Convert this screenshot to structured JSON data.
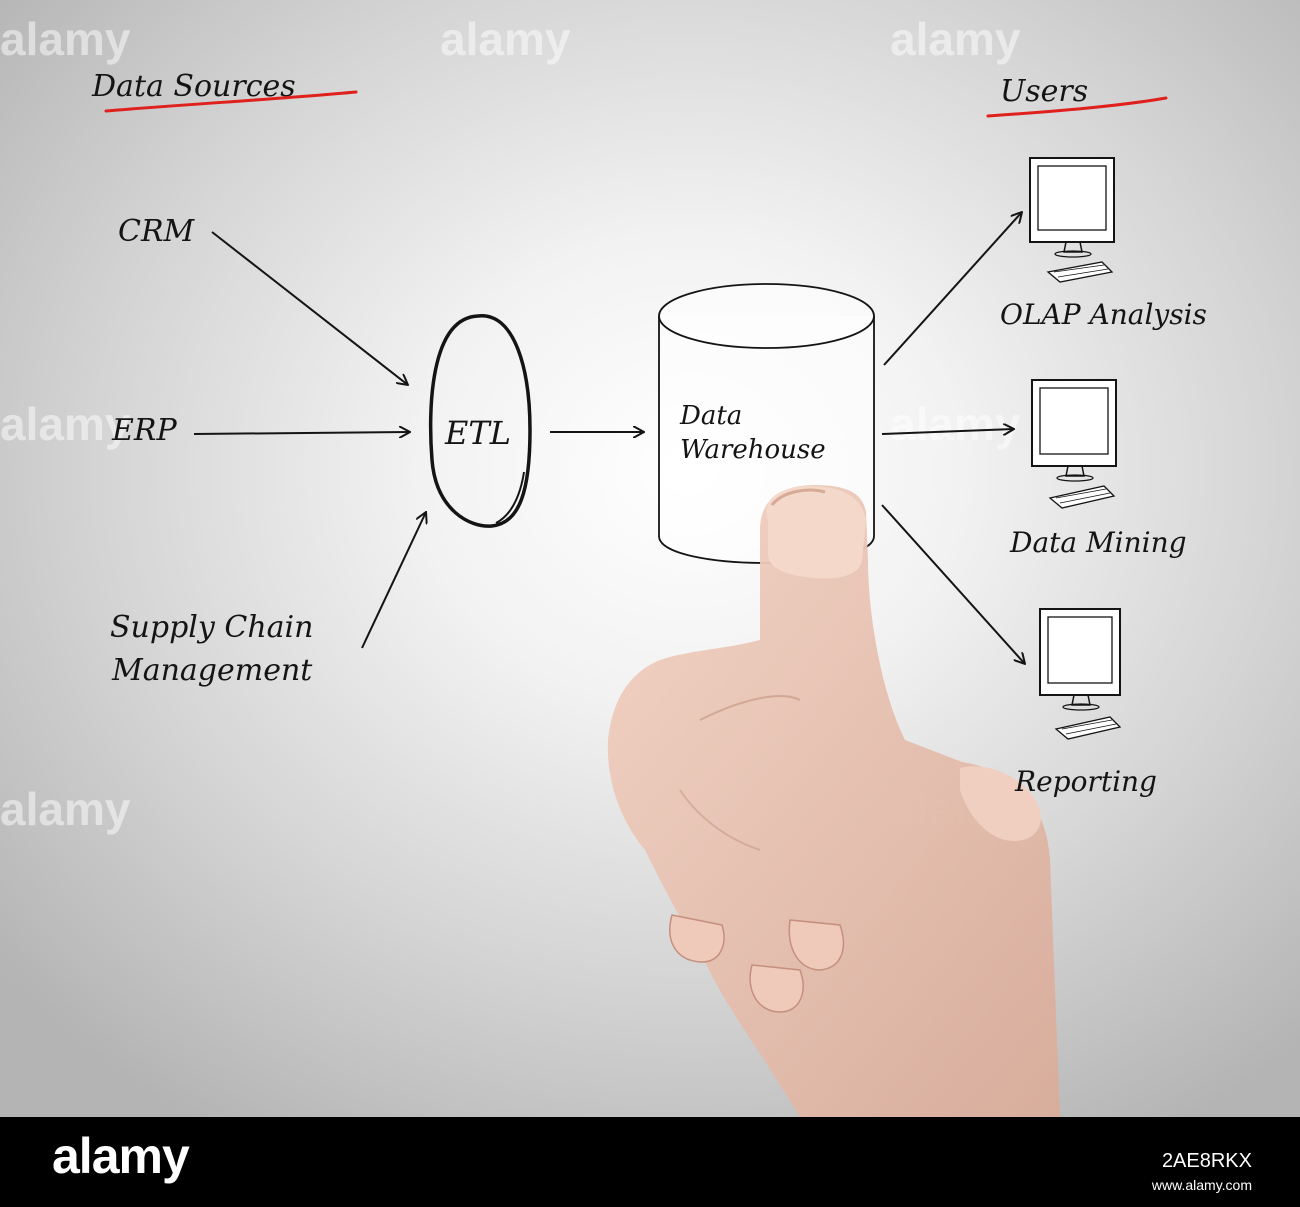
{
  "sections": {
    "sources_title": "Data Sources",
    "users_title": "Users"
  },
  "sources": [
    {
      "label": "CRM"
    },
    {
      "label": "ERP"
    },
    {
      "label_line1": "Supply Chain",
      "label_line2": "Management"
    }
  ],
  "process": {
    "label": "ETL"
  },
  "warehouse": {
    "label_line1": "Data",
    "label_line2": "Warehouse"
  },
  "outputs": [
    {
      "label": "OLAP Analysis",
      "icon": "computer-icon"
    },
    {
      "label": "Data Mining",
      "icon": "computer-icon"
    },
    {
      "label": "Reporting",
      "icon": "computer-icon"
    }
  ],
  "watermark": {
    "text": "alamy"
  },
  "footer": {
    "brand": "alamy",
    "image_id": "2AE8RKX",
    "url": "www.alamy.com"
  },
  "colors": {
    "ink": "#141414",
    "underline": "#e0201c",
    "footer_bg": "#000000"
  }
}
